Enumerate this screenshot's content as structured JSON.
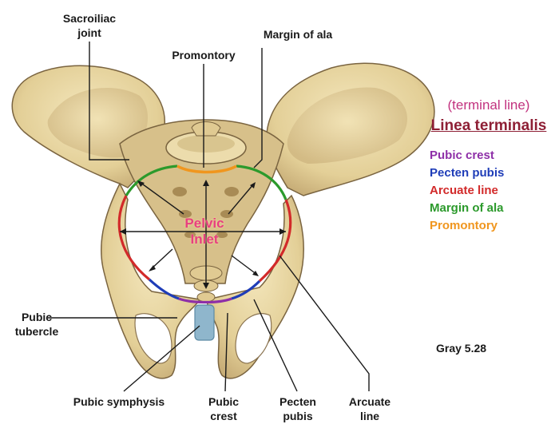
{
  "labels": {
    "sacroiliac_joint": [
      "Sacroiliac",
      "joint"
    ],
    "promontory": "Promontory",
    "margin_of_ala": "Margin of ala",
    "pubic_tubercle": [
      "Pubic",
      "tubercle"
    ],
    "pubic_symphysis": "Pubic symphysis",
    "pubic_crest": [
      "Pubic",
      "crest"
    ],
    "pecten_pubis": [
      "Pecten",
      "pubis"
    ],
    "arcuate_line": [
      "Arcuate",
      "line"
    ],
    "pelvic_inlet": [
      "Pelvic",
      "Inlet"
    ]
  },
  "legend": {
    "subtitle": "(terminal line)",
    "title": "Linea terminalis",
    "items": [
      {
        "label": "Pubic crest",
        "color": "#8e2fa8"
      },
      {
        "label": "Pecten pubis",
        "color": "#1f3db8"
      },
      {
        "label": "Arcuate line",
        "color": "#d22a2a"
      },
      {
        "label": "Margin of ala",
        "color": "#2c9a2c"
      },
      {
        "label": "Promontory",
        "color": "#f0961e"
      }
    ]
  },
  "credit": "Gray 5.28",
  "colors": {
    "bone": "#ead9a6",
    "bone_shadow": "#b9a070",
    "bone_outline": "#7a6440",
    "cartilage": "#8fb6cc",
    "subtitle": "#c2327f",
    "title": "#8e1f35",
    "inlet_text": "#e83f80"
  }
}
